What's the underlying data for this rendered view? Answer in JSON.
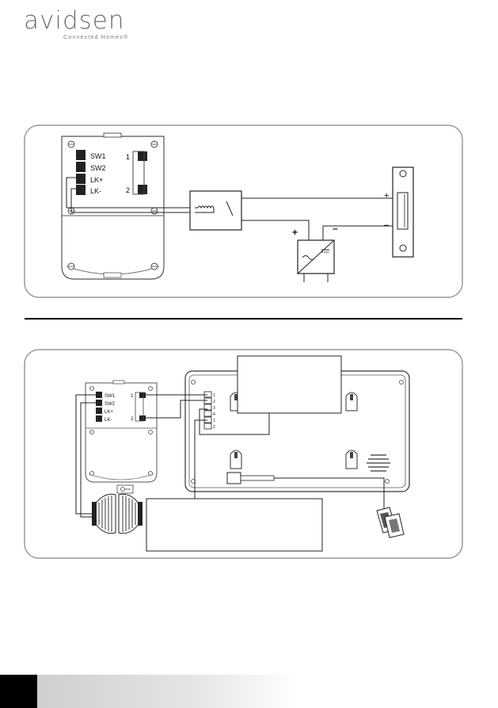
{
  "brand": {
    "name": "avidsen",
    "tagline": "Connected Homes®"
  },
  "diagram1": {
    "terminals": [
      "SW1",
      "SW2",
      "LK+",
      "LK-"
    ],
    "switch_contacts": [
      "1",
      "2"
    ],
    "supply_plus": "+",
    "supply_minus": "–",
    "lock_plus": "+",
    "lock_minus": "–"
  },
  "diagram2": {
    "terminals": [
      "SW1",
      "SW2",
      "LK+",
      "LK-"
    ],
    "switch_contacts": [
      "1",
      "2"
    ],
    "monitor_terminals": [
      "1",
      "2",
      "3",
      "4",
      "1",
      "2"
    ]
  }
}
